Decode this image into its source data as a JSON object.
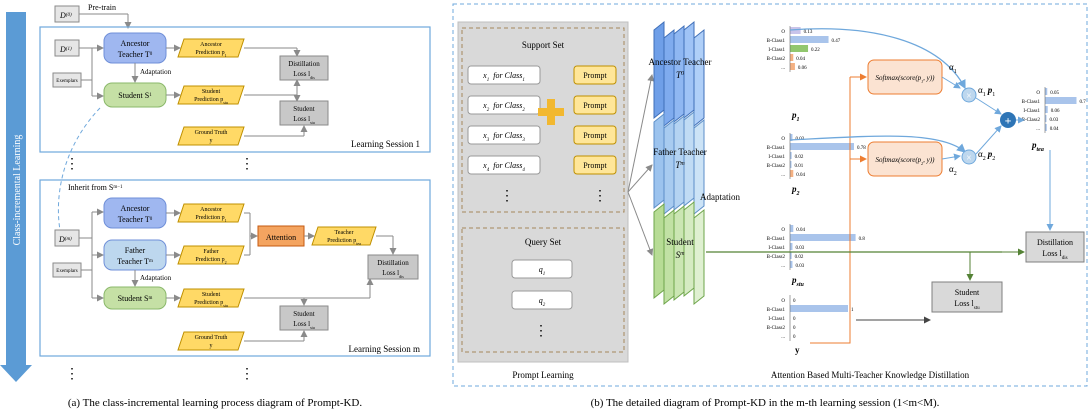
{
  "left": {
    "vertical_axis_label": "Class-incremental Learning",
    "pretrain_label": "Pre-train",
    "d0": "D",
    "d0_sup": "(0)",
    "d1": "D",
    "d1_sup": "(1)",
    "dm": "D",
    "dm_sup": "(m)",
    "exemplars": "Exemplars",
    "exemplars2": "Exemplars",
    "session1": {
      "ancestor_teacher": "Ancestor",
      "ancestor_teacher2": "Teacher T",
      "ancestor_pred_1": "Ancestor",
      "ancestor_pred_2": "Prediction p",
      "adaptation": "Adaptation",
      "student": "Student S",
      "student_pred_1": "Student",
      "student_pred_2": "Prediction p",
      "distill_1": "Distillation",
      "distill_2": "Loss l",
      "student_loss_1": "Student",
      "student_loss_2": "Loss l",
      "ground_truth_1": "Ground Truth",
      "ground_truth_2": "y",
      "session_label": "Learning Session 1"
    },
    "inherit_label": "Inherit from S",
    "inherit_sup": "m−1",
    "sessionm": {
      "ancestor_teacher": "Ancestor",
      "ancestor_teacher2": "Teacher T",
      "ancestor_pred_1": "Ancestor",
      "ancestor_pred_2": "Prediction p",
      "father_teacher": "Father",
      "father_teacher2": "Teacher T",
      "father_pred_1": "Father",
      "father_pred_2": "Prediction p",
      "attention": "Attention",
      "teacher_pred_1": "Teacher",
      "teacher_pred_2": "Prediction p",
      "adaptation": "Adaptation",
      "student": "Student S",
      "student_pred_1": "Student",
      "student_pred_2": "Prediction p",
      "distill_1": "Distillation",
      "distill_2": "Loss l",
      "student_loss_1": "Student",
      "student_loss_2": "Loss l",
      "ground_truth_1": "Ground Truth",
      "ground_truth_2": "y",
      "session_label": "Learning Session m"
    },
    "dots": "⋮",
    "caption": "(a) The class-incremental learning process diagram of Prompt-KD."
  },
  "right": {
    "support_set": "Support Set",
    "support_items": [
      {
        "x": "x",
        "sub": "1",
        "for": "for Class",
        "cls": "1"
      },
      {
        "x": "x",
        "sub": "2",
        "for": "for Class",
        "cls": "2"
      },
      {
        "x": "x",
        "sub": "3",
        "for": "for Class",
        "cls": "3"
      },
      {
        "x": "x",
        "sub": "4",
        "for": "for Class",
        "cls": "4"
      }
    ],
    "prompt": "Prompt",
    "query_set": "Query Set",
    "q1": "q",
    "q1_sub": "1",
    "q2": "q",
    "q2_sub": "2",
    "prompt_learning": "Prompt Learning",
    "ancestor_teacher_1": "Ancestor Teacher",
    "ancestor_teacher_2": "T",
    "ancestor_teacher_sup": "0",
    "father_teacher_1": "Father Teacher",
    "father_teacher_2": "T",
    "father_teacher_sup": "m",
    "adaptation": "Adaptation",
    "student_1": "Student",
    "student_2": "S",
    "student_sup": "m",
    "softmax_1": "Softmax(score(p",
    "softmax_1_sub": "1",
    "softmax_2": "Softmax(score(p",
    "softmax_2_sub": "2",
    "softmax_tail": ", y))",
    "alpha1": "α",
    "alpha2": "α",
    "alpha1p1": "α",
    "alpha2p2": "α",
    "p1": "p",
    "p2": "p",
    "pstu": "p",
    "ptea": "p",
    "y": "y",
    "distillation_1": "Distillation",
    "distillation_2": "Loss l",
    "student_loss_1": "Student",
    "student_loss_2": "Loss l",
    "method_title": "Attention Based Multi-Teacher Knowledge Distillation",
    "caption": "(b) The detailed diagram of Prompt-KD in the m-th learning session (1<m<M).",
    "bar_colors": {
      "blue": "#a9c4eb",
      "green": "#92c76e",
      "orange": "#f4b183",
      "purple": "#c9c4ea"
    },
    "bars_p1": [
      {
        "label": "O",
        "value": 0.13,
        "text": "0.13",
        "color": "purple"
      },
      {
        "label": "B-Class1",
        "value": 0.47,
        "text": "0.47",
        "color": "blue"
      },
      {
        "label": "I-Class1",
        "value": 0.22,
        "text": "0.22",
        "color": "green"
      },
      {
        "label": "B-Class2",
        "value": 0.04,
        "text": "0.04",
        "color": "orange"
      },
      {
        "label": "...",
        "value": 0.06,
        "text": "0.06",
        "color": "orange"
      }
    ],
    "bars_p2": [
      {
        "label": "O",
        "value": 0.03,
        "text": "0.03",
        "color": "blue"
      },
      {
        "label": "B-Class1",
        "value": 0.78,
        "text": "0.78",
        "color": "blue"
      },
      {
        "label": "I-Class1",
        "value": 0.02,
        "text": "0.02",
        "color": "blue"
      },
      {
        "label": "B-Class2",
        "value": 0.01,
        "text": "0.01",
        "color": "blue"
      },
      {
        "label": "...",
        "value": 0.04,
        "text": "0.04",
        "color": "orange"
      }
    ],
    "bars_pstu": [
      {
        "label": "O",
        "value": 0.04,
        "text": "0.04",
        "color": "blue"
      },
      {
        "label": "B-Class1",
        "value": 0.8,
        "text": "0.8",
        "color": "blue"
      },
      {
        "label": "I-Class1",
        "value": 0.03,
        "text": "0.03",
        "color": "blue"
      },
      {
        "label": "B-Class2",
        "value": 0.02,
        "text": "0.02",
        "color": "blue"
      },
      {
        "label": "...",
        "value": 0.03,
        "text": "0.03",
        "color": "blue"
      }
    ],
    "bars_y": [
      {
        "label": "O",
        "value": 0,
        "text": "0",
        "color": "blue"
      },
      {
        "label": "B-Class1",
        "value": 1,
        "text": "1",
        "color": "blue"
      },
      {
        "label": "I-Class1",
        "value": 0,
        "text": "0",
        "color": "blue"
      },
      {
        "label": "B-Class2",
        "value": 0,
        "text": "0",
        "color": "blue"
      },
      {
        "label": "...",
        "value": 0,
        "text": "0",
        "color": "blue"
      }
    ],
    "bars_ptea": [
      {
        "label": "O",
        "value": 0.05,
        "text": "0.05",
        "color": "blue"
      },
      {
        "label": "B-Class1",
        "value": 0.7,
        "text": "0.7",
        "color": "blue"
      },
      {
        "label": "I-Class1",
        "value": 0.06,
        "text": "0.06",
        "color": "blue"
      },
      {
        "label": "B-Class2",
        "value": 0.03,
        "text": "0.03",
        "color": "blue"
      },
      {
        "label": "...",
        "value": 0.04,
        "text": "0.04",
        "color": "blue"
      }
    ]
  }
}
